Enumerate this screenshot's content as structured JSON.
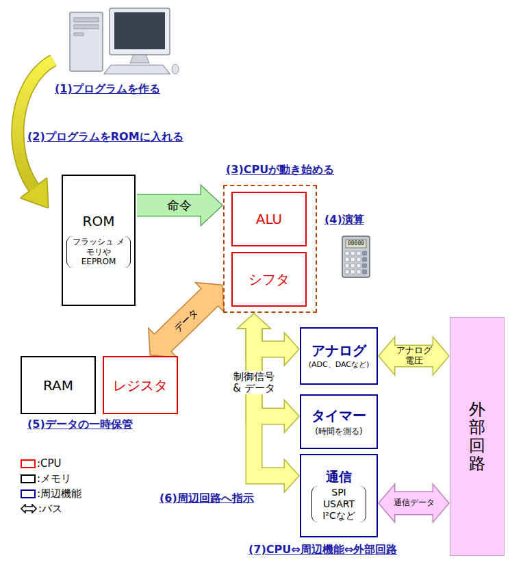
{
  "diagram": {
    "nodes": [
      {
        "text": [
          "ROM",
          "フラッシュ メモリや EEPROM"
        ]
      },
      {
        "text": [
          "(3)CPUが動き始める"
        ]
      },
      {
        "text": [
          "ALU"
        ],
        "in": 1
      },
      {
        "text": [
          "シフタ"
        ],
        "in": 1
      },
      {
        "text": [
          "RAM"
        ]
      },
      {
        "text": [
          "レジスタ"
        ]
      },
      {
        "text": [
          "アナログ",
          "(ADC、DACなど)"
        ]
      },
      {
        "text": [
          "タイマー",
          "(時間を測る)"
        ]
      },
      {
        "text": [
          "通信",
          "SPI USART I²Cなど"
        ]
      },
      {
        "text": [
          "外部回路"
        ]
      }
    ],
    "edges": [
      {
        "from": 0,
        "to": 1,
        "label": "命令",
        "arrow": "to"
      },
      {
        "from": 5,
        "to": 1,
        "label": "データ",
        "arrow": "both"
      },
      {
        "from": 1,
        "to": 6,
        "arrow": "both"
      },
      {
        "from": 1,
        "to": 7,
        "label": "制御信号 & データ",
        "arrow": "both"
      },
      {
        "from": 1,
        "to": 8,
        "arrow": "both"
      },
      {
        "from": 6,
        "to": 9,
        "label": "アナログ 電圧",
        "arrow": "both"
      },
      {
        "from": 8,
        "to": 9,
        "label": "通信データ",
        "arrow": "both"
      }
    ],
    "labels": [
      "(1)プログラムを作る",
      "(2)プログラムをROMに入れる",
      "(4)演算",
      "(5)データの一時保管",
      "(6)周辺回路へ指示",
      "(7)CPU⇔周辺機能⇔外部回路",
      "00000"
    ],
    "legend": [
      {
        "text": ":CPU",
        "color": "#ff0000"
      },
      {
        "text": ":メモリ",
        "color": "#000000"
      },
      {
        "text": ":周辺機能",
        "color": "#000099"
      },
      {
        "text": ":バス"
      }
    ]
  }
}
